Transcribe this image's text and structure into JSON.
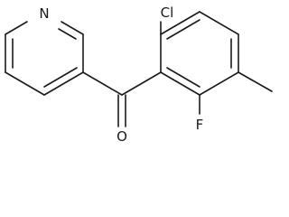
{
  "molecule": {
    "atom_labels": {
      "nitrogen": "N",
      "chlorine": "Cl",
      "oxygen": "O",
      "fluorine": "F"
    },
    "colors": {
      "ink": "#1a1a1a",
      "background": "#ffffff"
    }
  }
}
